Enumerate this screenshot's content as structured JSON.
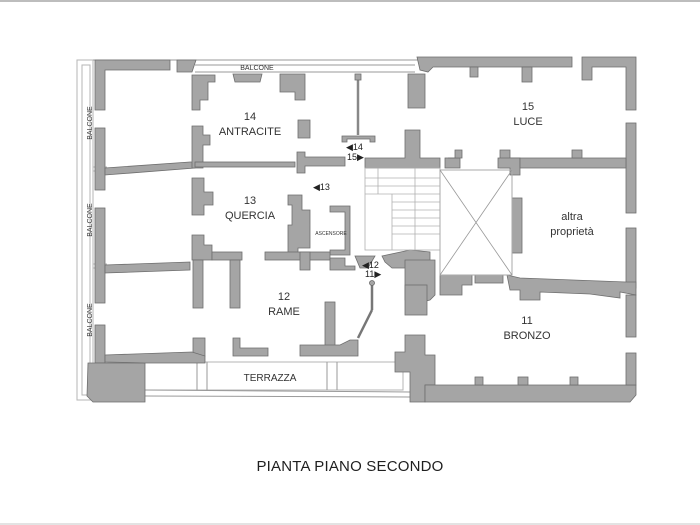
{
  "plan": {
    "title": "PIANTA PIANO SECONDO",
    "colors": {
      "wall": "#a5a5a5",
      "wall_outline": "#6e6e6e",
      "background": "#ffffff",
      "text": "#333333"
    },
    "rooms": [
      {
        "number": "14",
        "name": "ANTRACITE"
      },
      {
        "number": "15",
        "name": "LUCE"
      },
      {
        "number": "13",
        "name": "QUERCIA"
      },
      {
        "number": "12",
        "name": "RAME"
      },
      {
        "number": "11",
        "name": "BRONZO"
      },
      {
        "number": "",
        "name": "altra proprietà",
        "line1": "altra",
        "line2": "proprietà"
      }
    ],
    "spaces": {
      "elevator": "ASCENSORE",
      "terrace": "TERRAZZA",
      "balcony_top": "BALCONE",
      "balcony_left": [
        "BALCONE",
        "BALCONE",
        "BALCONE"
      ]
    },
    "door_markers": [
      {
        "text_a": "◀14",
        "text_b": "15▶"
      },
      {
        "text_a": "◀13"
      },
      {
        "text_a": "◀12",
        "text_b": "11▶"
      }
    ]
  }
}
